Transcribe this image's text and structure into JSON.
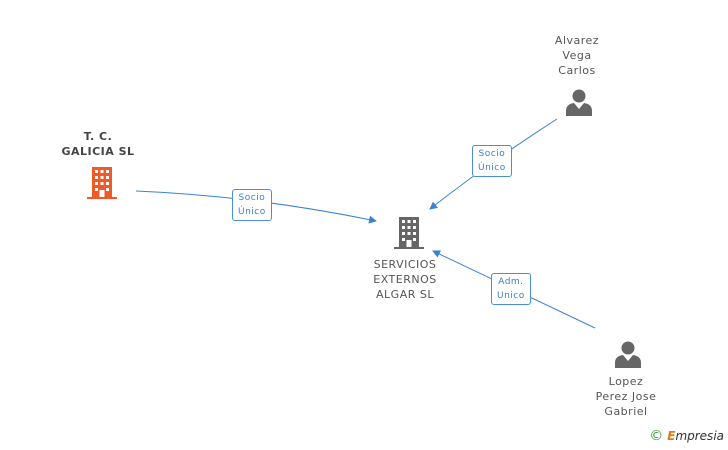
{
  "nodes": {
    "tc_galicia": {
      "lines": [
        "T. C.",
        "GALICIA SL"
      ],
      "type": "company",
      "color": "#f05a28"
    },
    "servicios": {
      "lines": [
        "SERVICIOS",
        "EXTERNOS",
        "ALGAR SL"
      ],
      "type": "company",
      "color": "#666666"
    },
    "alvarez": {
      "lines": [
        "Alvarez",
        "Vega",
        "Carlos"
      ],
      "type": "person",
      "color": "#666666"
    },
    "lopez": {
      "lines": [
        "Lopez",
        "Perez Jose",
        "Gabriel"
      ],
      "type": "person",
      "color": "#666666"
    }
  },
  "edges": [
    {
      "from": "tc_galicia",
      "to": "servicios",
      "lines": [
        "Socio",
        "Único"
      ]
    },
    {
      "from": "alvarez",
      "to": "servicios",
      "lines": [
        "Socio",
        "Único"
      ]
    },
    {
      "from": "lopez",
      "to": "servicios",
      "lines": [
        "Adm.",
        "Unico"
      ]
    }
  ],
  "colors": {
    "edge": "#3b82d6",
    "company_main": "#f05a28",
    "company": "#666666",
    "person": "#666666"
  },
  "brand": {
    "copyright": "©",
    "e": "E",
    "rest": "mpresia"
  }
}
